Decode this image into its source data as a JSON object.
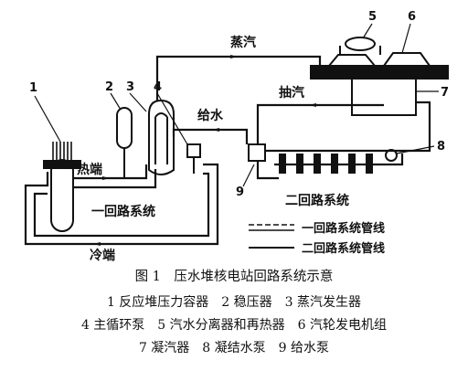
{
  "labels": {
    "steam": "蒸汽",
    "extraction": "抽汽",
    "feedwater": "给水",
    "hot_leg": "热端",
    "cold_leg": "冷端",
    "primary_system": "一回路系统",
    "secondary_system": "二回路系统"
  },
  "numbers": [
    "1",
    "2",
    "3",
    "4",
    "5",
    "6",
    "7",
    "8",
    "9"
  ],
  "legend": {
    "primary_pipe": "一回路系统管线",
    "secondary_pipe": "二回路系统管线"
  },
  "caption": {
    "title": "图 1　压水堆核电站回路系统示意",
    "line1": "1 反应堆压力容器　2 稳压器　3 蒸汽发生器",
    "line2": "4 主循环泵　5 汽水分离器和再热器　6 汽轮发电机组",
    "line3": "7 凝汽器　8 凝结水泵　9 给水泵"
  }
}
